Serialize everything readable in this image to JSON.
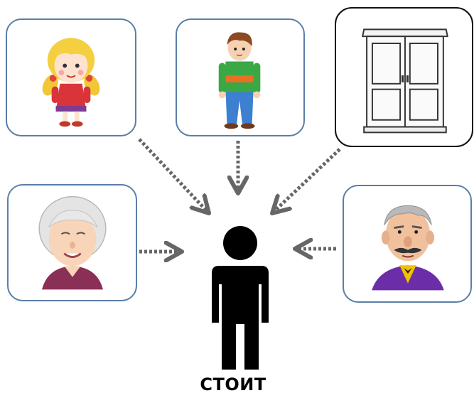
{
  "caption": "СТОИТ",
  "colors": {
    "card_border": "#5a7ea8",
    "arrow": "#666666",
    "figure": "#000000"
  },
  "cards": [
    {
      "id": "girl",
      "icon": "girl-icon"
    },
    {
      "id": "boy",
      "icon": "boy-icon"
    },
    {
      "id": "wardrobe",
      "icon": "wardrobe-icon"
    },
    {
      "id": "grandmother",
      "icon": "grandmother-icon"
    },
    {
      "id": "grandfather",
      "icon": "grandfather-icon"
    }
  ],
  "center_icon": "person-silhouette-icon"
}
